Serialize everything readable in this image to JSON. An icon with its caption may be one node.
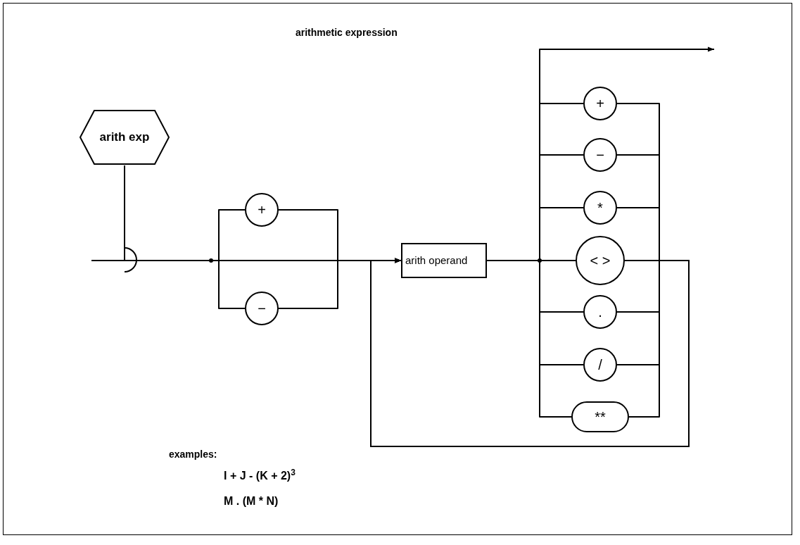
{
  "diagram": {
    "title": "arithmetic expression",
    "nodes": [
      {
        "text": [
          "arith exp"
        ]
      },
      {
        "text": [
          "+"
        ]
      },
      {
        "text": [
          "−"
        ]
      },
      {
        "text": [
          "arith operand"
        ]
      },
      {
        "text": [
          "+"
        ]
      },
      {
        "text": [
          "−"
        ]
      },
      {
        "text": [
          "*"
        ]
      },
      {
        "text": [
          "< >"
        ]
      },
      {
        "text": [
          "."
        ]
      },
      {
        "text": [
          "/"
        ]
      },
      {
        "text": [
          "**"
        ]
      }
    ],
    "edges": [
      {
        "from": 0,
        "to": 1,
        "arrow": "none"
      },
      {
        "from": 0,
        "to": 2,
        "arrow": "none"
      },
      {
        "from": 0,
        "to": 3,
        "arrow": "to"
      },
      {
        "from": 1,
        "to": 3,
        "arrow": "none"
      },
      {
        "from": 2,
        "to": 3,
        "arrow": "none"
      },
      {
        "from": 3,
        "to": 4,
        "arrow": "none"
      },
      {
        "from": 3,
        "to": 5,
        "arrow": "none"
      },
      {
        "from": 3,
        "to": 6,
        "arrow": "none"
      },
      {
        "from": 3,
        "to": 7,
        "arrow": "none"
      },
      {
        "from": 3,
        "to": 8,
        "arrow": "none"
      },
      {
        "from": 3,
        "to": 9,
        "arrow": "none"
      },
      {
        "from": 3,
        "to": 10,
        "arrow": "none"
      },
      {
        "from": 4,
        "to": 3,
        "arrow": "to"
      },
      {
        "from": 5,
        "to": 3,
        "arrow": "to"
      },
      {
        "from": 6,
        "to": 3,
        "arrow": "to"
      },
      {
        "from": 7,
        "to": 3,
        "arrow": "to"
      },
      {
        "from": 8,
        "to": 3,
        "arrow": "to"
      },
      {
        "from": 9,
        "to": 3,
        "arrow": "to"
      },
      {
        "from": 10,
        "to": 3,
        "arrow": "to"
      },
      {
        "from": 3,
        "to": null,
        "arrow": "to"
      }
    ],
    "labels": [
      "examples:",
      "I + J - (K + 2)$^{3}$",
      "M . (M * N)"
    ]
  }
}
